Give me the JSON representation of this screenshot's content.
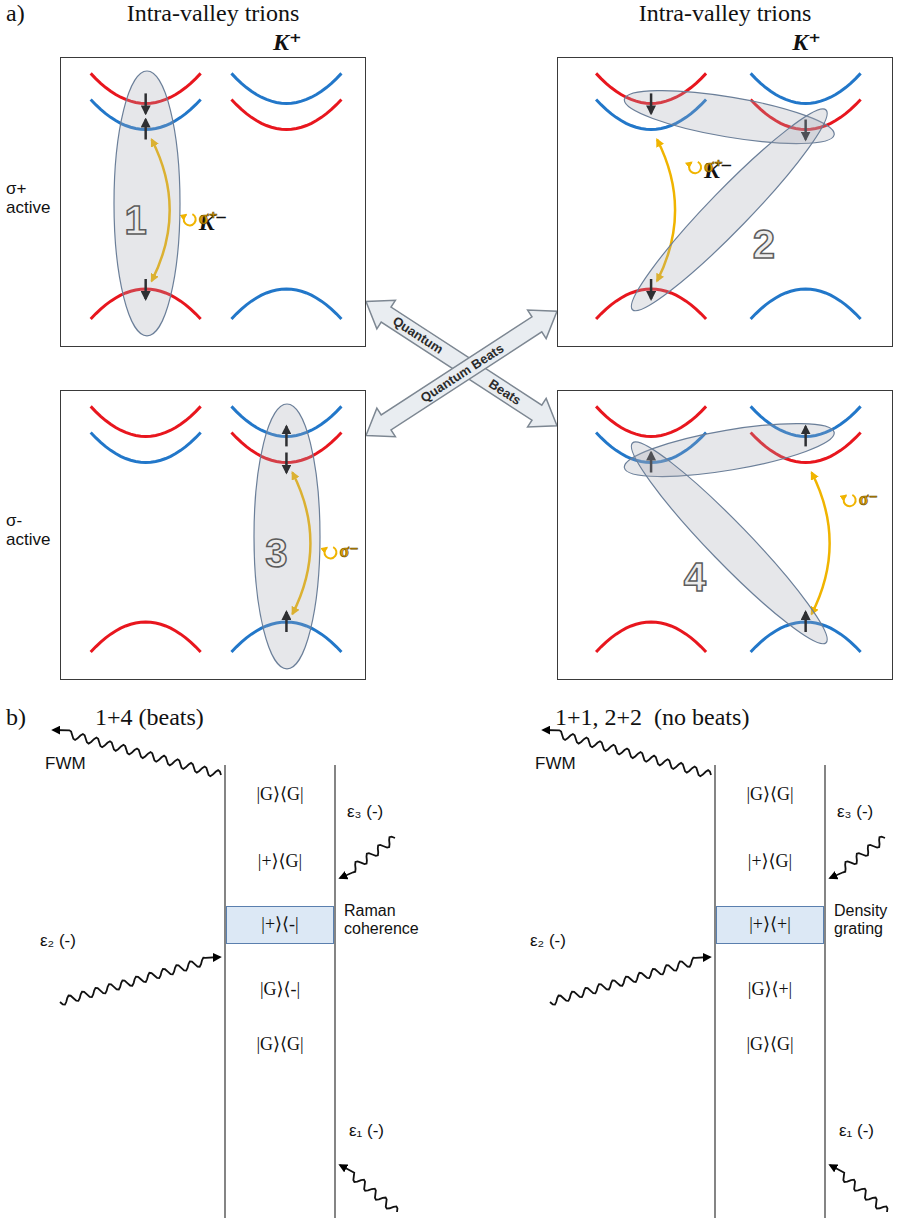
{
  "diagram": {
    "nodes": [
      {
        "text": [
          "K⁺",
          "K⁻",
          "σ⁺"
        ]
      },
      {
        "text": [
          "1"
        ],
        "in": 0
      },
      {
        "text": [
          "K⁺",
          "K⁻",
          "σ⁺"
        ]
      },
      {
        "text": [
          "2"
        ],
        "in": 2
      },
      {
        "text": [
          "σ⁻"
        ]
      },
      {
        "text": [
          "3"
        ],
        "in": 4
      },
      {
        "text": [
          "σ⁻"
        ]
      },
      {
        "text": [
          "4"
        ],
        "in": 6
      },
      {
        "text": [
          "|+⟩⟨-|"
        ]
      },
      {
        "text": [
          "|+⟩⟨+|"
        ]
      }
    ],
    "edges": [
      {
        "from": 0,
        "to": 6,
        "arrow": "both",
        "label": "Quantum"
      },
      {
        "from": 4,
        "to": 2,
        "arrow": "both",
        "label": "Quantum Beats"
      }
    ],
    "labels": [
      "a)",
      "Intra-valley trions",
      "Intra-valley trions",
      "σ+ active",
      "σ- active",
      "Beats",
      "b)",
      "1+4 (beats)",
      "1+1, 2+2  (no beats)",
      "FWM",
      "|G⟩⟨G|",
      "|+⟩⟨G|",
      "ε₃ (-)",
      "Raman coherence",
      "ε₂ (-)",
      "|G⟩⟨-|",
      "|G⟩⟨G|",
      "ε₁ (-)",
      "FWM",
      "|G⟩⟨G|",
      "|+⟩⟨G|",
      "ε₃ (-)",
      "Density grating",
      "ε₂ (-)",
      "|G⟩⟨+|",
      "|G⟩⟨G|",
      "ε₁ (-)"
    ]
  }
}
